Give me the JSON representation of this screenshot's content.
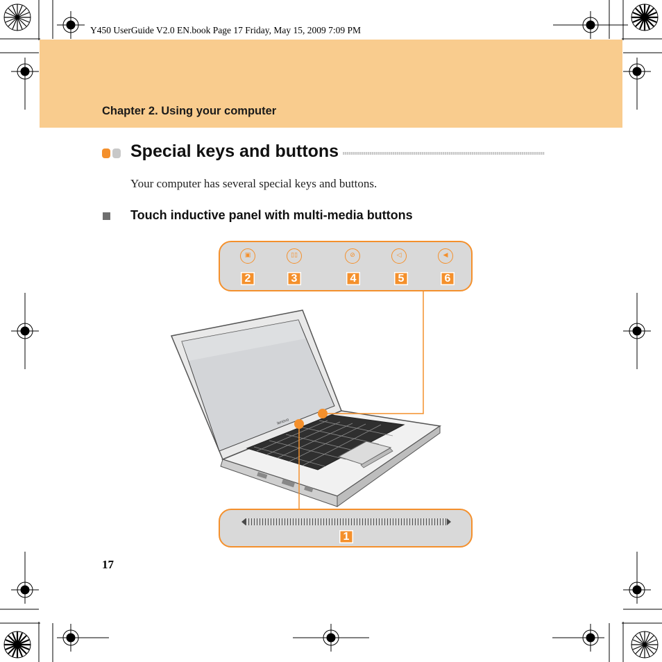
{
  "print_header": {
    "text": "Y450 UserGuide V2.0 EN.book  Page 17  Friday, May 15, 2009  7:09 PM"
  },
  "chapter": {
    "title": "Chapter 2. Using your computer",
    "band_color": "#f9cc8e"
  },
  "section": {
    "title": "Special keys and buttons",
    "intro": "Your computer has several special keys and buttons."
  },
  "subsection": {
    "title": "Touch inductive panel with multi-media buttons"
  },
  "figure": {
    "accent_color": "#f4902c",
    "panel_color": "#d9d9d9",
    "top_panel_buttons": [
      {
        "number": "2",
        "icon": "display-switch-icon"
      },
      {
        "number": "3",
        "icon": "play-pause-icon"
      },
      {
        "number": "4",
        "icon": "mute-icon"
      },
      {
        "number": "5",
        "icon": "volume-down-icon"
      },
      {
        "number": "6",
        "icon": "volume-up-icon"
      }
    ],
    "bottom_panel": {
      "number": "1",
      "icon": "touch-slider-icon"
    }
  },
  "page_number": "17"
}
